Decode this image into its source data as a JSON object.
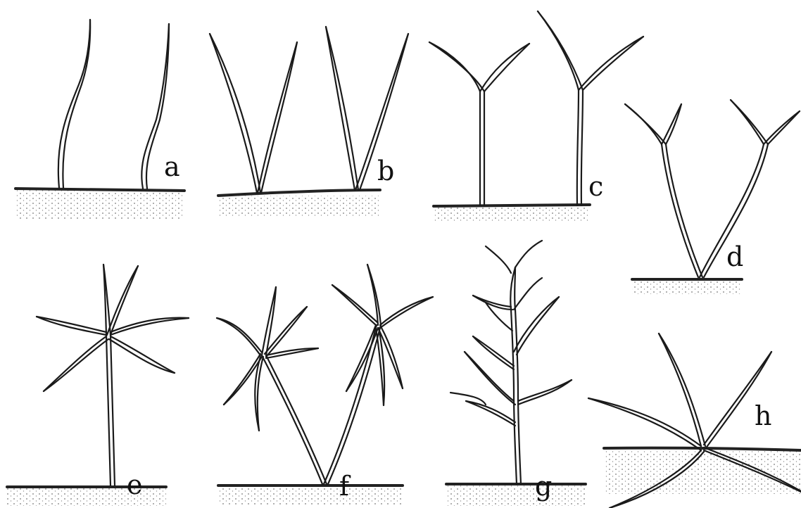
{
  "figure": {
    "panels": [
      {
        "id": "a",
        "label": "a"
      },
      {
        "id": "b",
        "label": "b"
      },
      {
        "id": "c",
        "label": "c"
      },
      {
        "id": "d",
        "label": "d"
      },
      {
        "id": "e",
        "label": "e"
      },
      {
        "id": "f",
        "label": "f"
      },
      {
        "id": "g",
        "label": "g"
      },
      {
        "id": "h",
        "label": "h"
      }
    ]
  }
}
